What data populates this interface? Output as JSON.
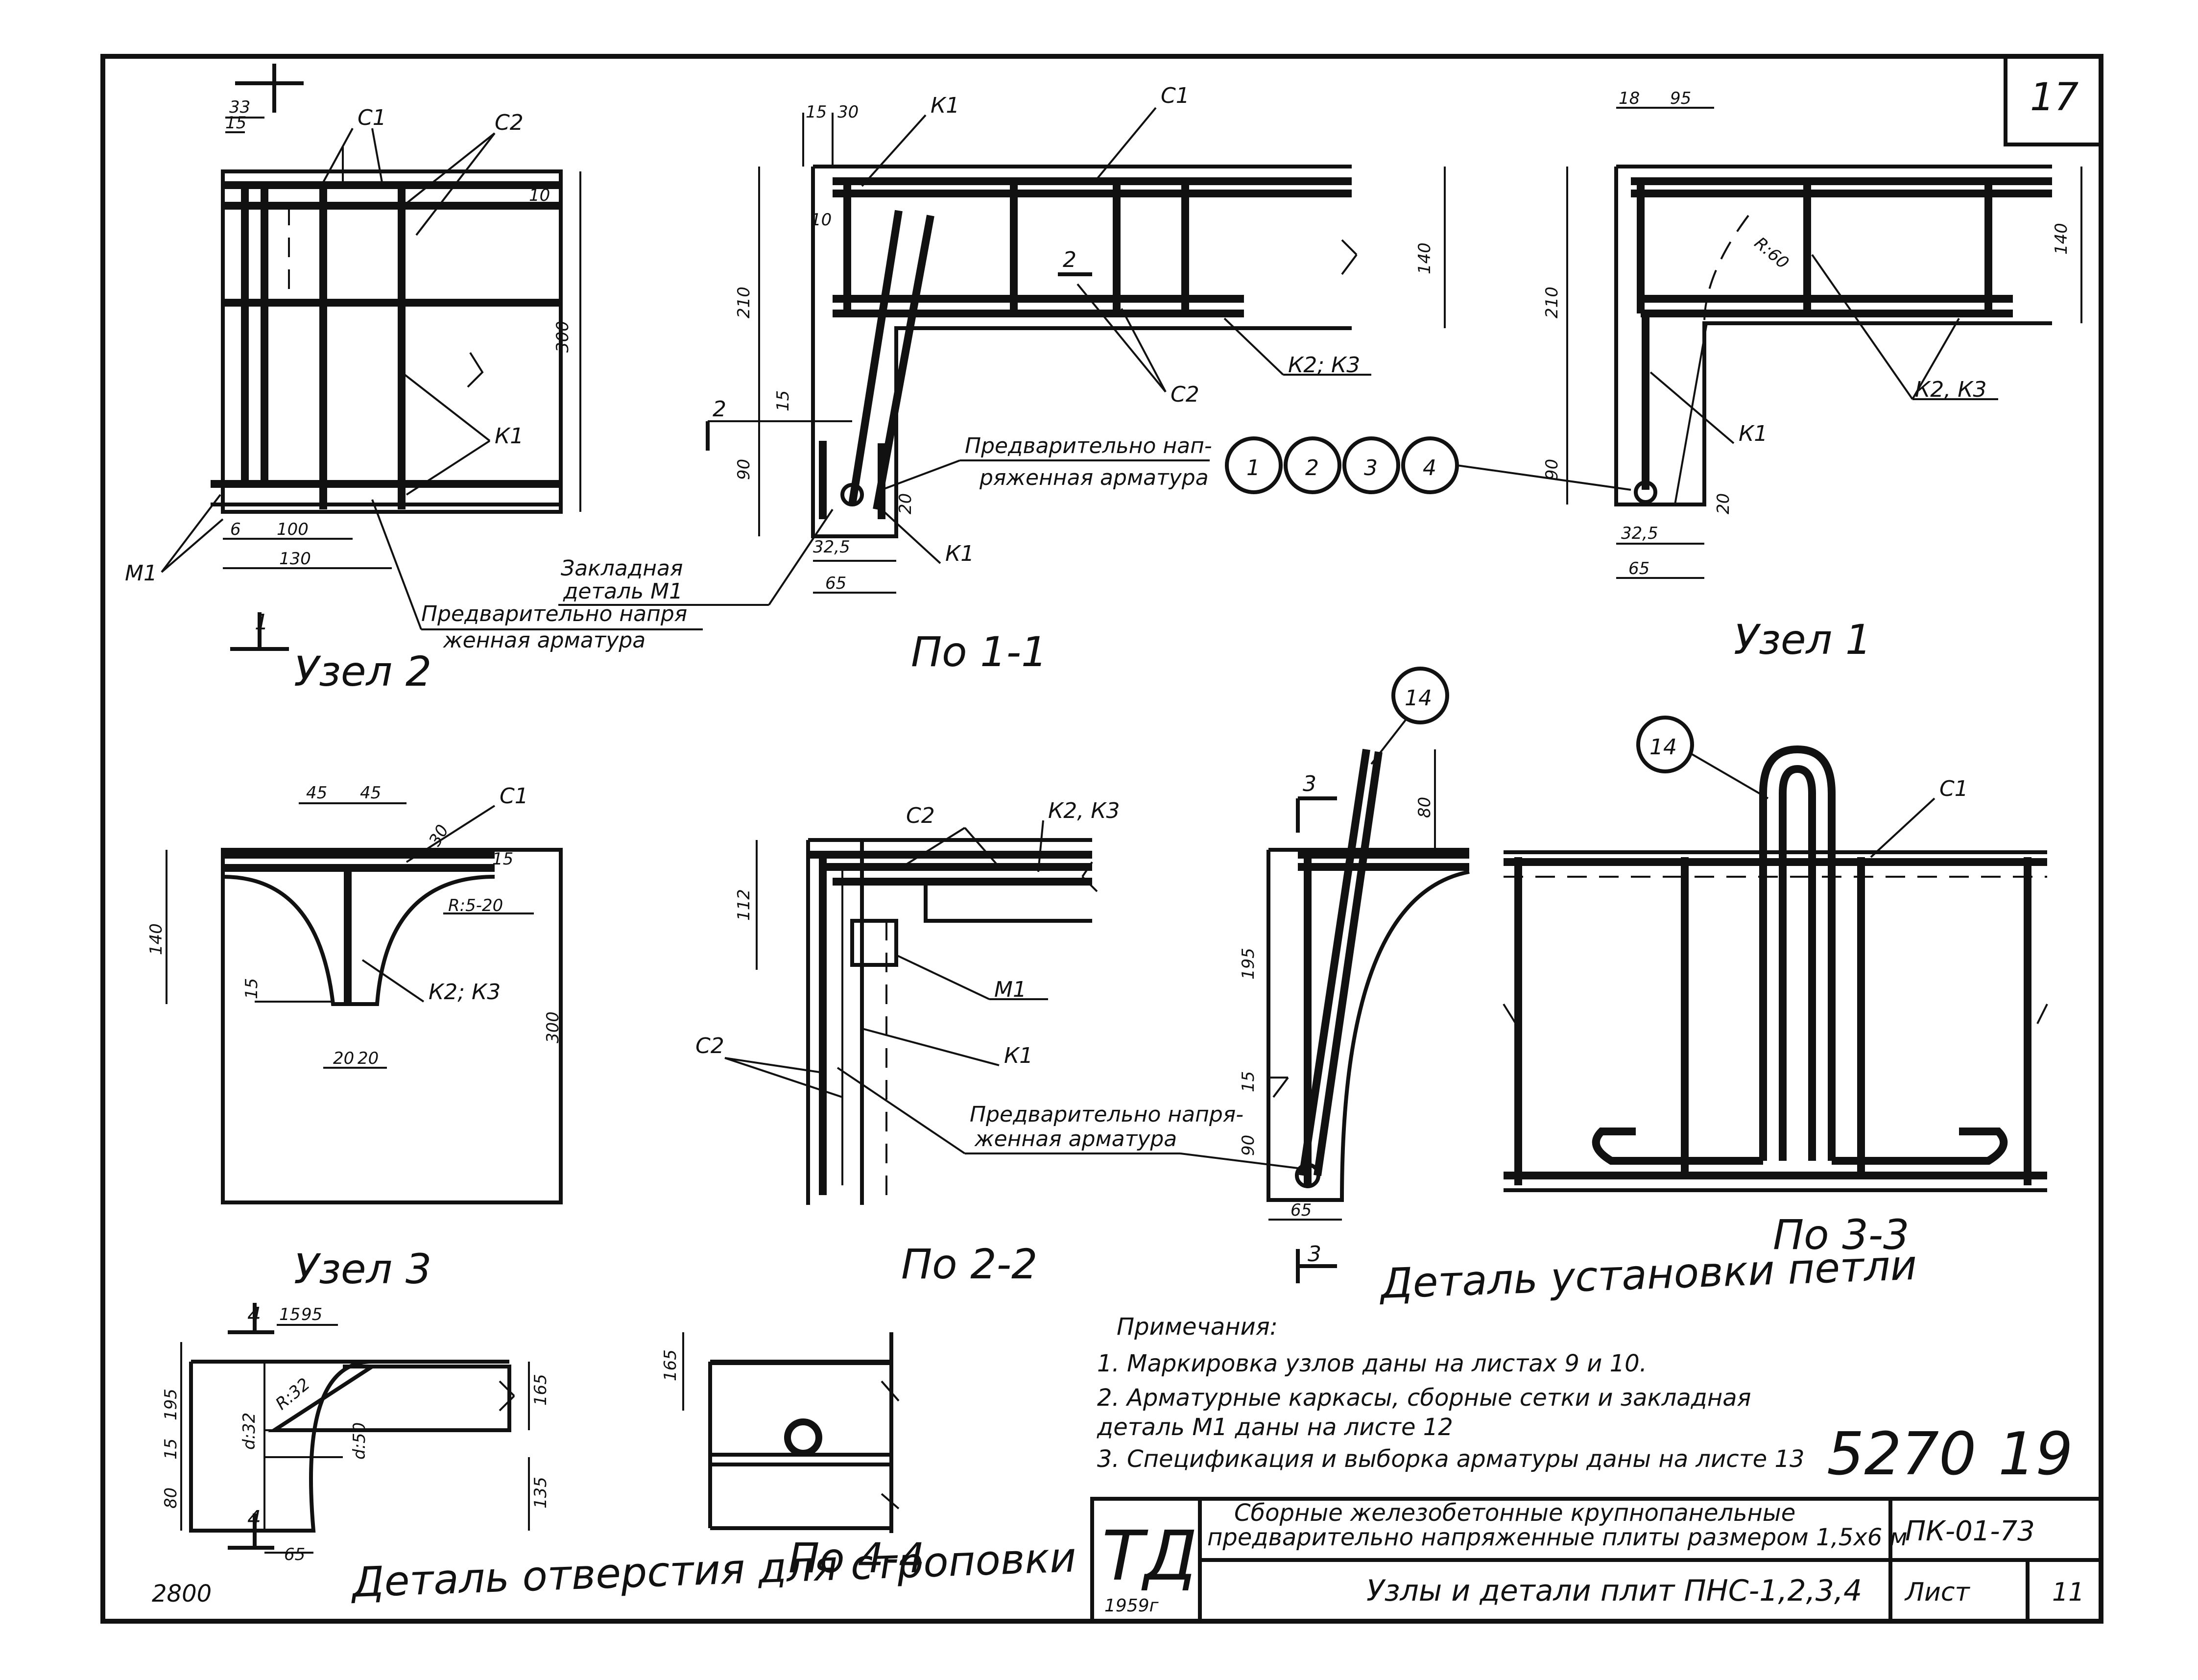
{
  "sheet": {
    "page_number": "17",
    "stamp_number": "5270",
    "stamp_sheet": "19",
    "corner_code": "2800"
  },
  "views": {
    "uzel2": {
      "caption": "Узел 2",
      "labels": {
        "c1": "С1",
        "c2": "С2",
        "k1": "К1",
        "m1": "М1",
        "cut": "1"
      },
      "dims": [
        "33",
        "15",
        "10",
        "300",
        "6",
        "100",
        "130"
      ],
      "callout": [
        "Предварительно напря",
        "женная арматура"
      ]
    },
    "po11": {
      "caption": "По 1-1",
      "labels": {
        "k1a": "К1",
        "c1": "С1",
        "cut2": "2",
        "c2": "С2",
        "k2k3": "К2; К3",
        "k1b": "К1",
        "cut2b": "2"
      },
      "dims": [
        "15",
        "30",
        "10",
        "210",
        "140",
        "15",
        "90",
        "20",
        "32,5",
        "65"
      ],
      "zakladnaya": [
        "Закладная",
        "деталь М1"
      ],
      "callout": [
        "Предварительно нап-",
        "ряженная арматура"
      ],
      "circles": [
        "1",
        "2",
        "3",
        "4"
      ]
    },
    "uzel1": {
      "caption": "Узел 1",
      "labels": {
        "k2k3": "К2, К3",
        "k1": "К1",
        "r60": "R:60"
      },
      "dims": [
        "18",
        "95",
        "140",
        "210",
        "90",
        "20",
        "32,5",
        "65"
      ]
    },
    "uzel3": {
      "caption": "Узел 3",
      "labels": {
        "c1": "С1",
        "k2k3": "К2; К3",
        "r": "R:5-20"
      },
      "dims": [
        "45",
        "45",
        "30",
        "15",
        "140",
        "300",
        "15",
        "20",
        "20"
      ]
    },
    "po22": {
      "caption": "По 2-2",
      "labels": {
        "c2a": "С2",
        "k2k3": "К2, К3",
        "m1": "М1",
        "k1": "К1",
        "c2b": "С2"
      },
      "dims": [
        "112"
      ],
      "callout": [
        "Предварительно напря-",
        "женная арматура"
      ]
    },
    "loop": {
      "caption": "Деталь установки петли",
      "circle": "14",
      "cut": "3",
      "dims": [
        "80",
        "195",
        "15",
        "90",
        "65"
      ]
    },
    "po33": {
      "caption": "По 3-3",
      "circle": "14",
      "labels": {
        "c1": "С1"
      }
    },
    "hole": {
      "caption": "Деталь отверстия для строповки",
      "dims": [
        "4",
        "15",
        "95",
        "195",
        "15",
        "80",
        "4",
        "65",
        "R:32",
        "d:32",
        "d:50",
        "165",
        "135"
      ]
    },
    "po44": {
      "caption": "По 4-4",
      "dims": [
        "165"
      ]
    }
  },
  "notes": {
    "heading": "Примечания:",
    "items": [
      "1. Маркировка узлов даны на листах 9 и 10.",
      "2. Арматурные каркасы, сборные сетки и закладная",
      "    деталь М1 даны на листе 12",
      "3. Спецификация и выборка арматуры даны на листе 13"
    ]
  },
  "title_block": {
    "logo": "ТД",
    "year": "1959г",
    "description_1": "Сборные железобетонные крупнопанельные",
    "description_2": "предварительно напряженные плиты размером 1,5х6 м",
    "code": "ПК-01-73",
    "drawing_title": "Узлы и детали плит ПНС-1,2,3,4",
    "sheet_label": "Лист",
    "sheet_number": "11"
  }
}
